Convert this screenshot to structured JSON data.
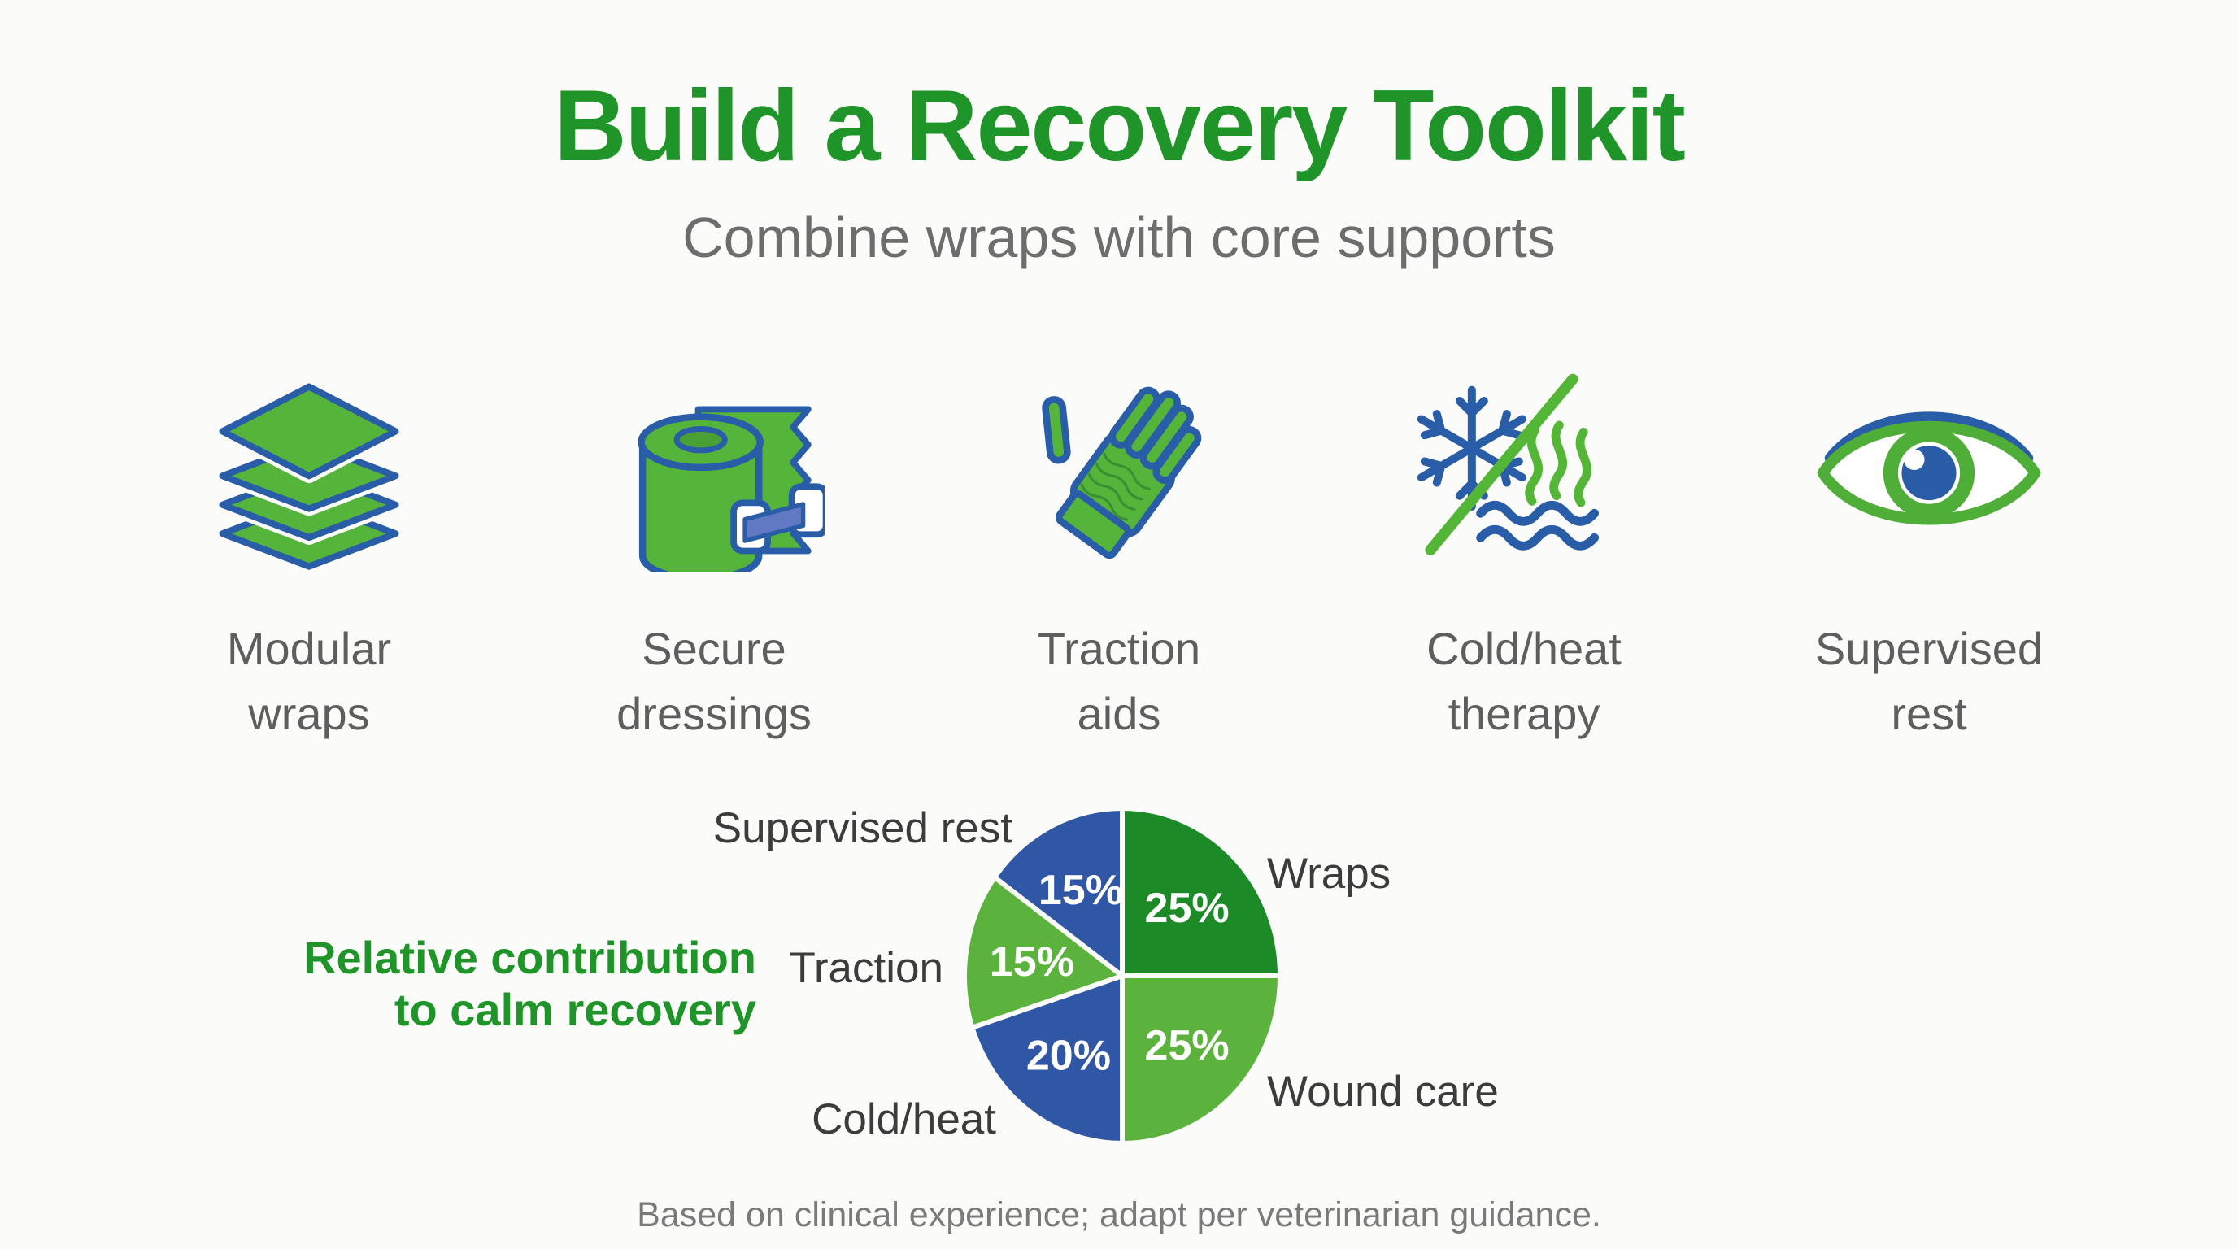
{
  "header": {
    "title": "Build a Recovery Toolkit",
    "subtitle": "Combine wraps with core supports"
  },
  "toolkit": {
    "items": [
      {
        "label": "Modular\nwraps",
        "icon": "layers-icon"
      },
      {
        "label": "Secure\ndressings",
        "icon": "bandage-roll-icon"
      },
      {
        "label": "Traction\naids",
        "icon": "glove-icon"
      },
      {
        "label": "Cold/heat\ntherapy",
        "icon": "cold-heat-icon"
      },
      {
        "label": "Supervised\nrest",
        "icon": "eye-icon"
      }
    ]
  },
  "chart": {
    "caption": "Relative contribution\nto calm recovery"
  },
  "chart_data": {
    "type": "pie",
    "title": "Relative contribution to calm recovery",
    "direction": "clockwise",
    "start_angle_deg": 0,
    "legend_position": "around-slices",
    "value_label_color": "#ffffff",
    "background_gap_color": "#fbfbf9",
    "slices": [
      {
        "label": "Wraps",
        "value": 25,
        "pct_label": "25%",
        "color": "#1d8a28"
      },
      {
        "label": "Wound care",
        "value": 25,
        "pct_label": "25%",
        "color": "#5bb23c"
      },
      {
        "label": "Cold/heat",
        "value": 20,
        "pct_label": "20%",
        "color": "#3057a6"
      },
      {
        "label": "Traction",
        "value": 15,
        "pct_label": "15%",
        "color": "#5bb23c"
      },
      {
        "label": "Supervised rest",
        "value": 15,
        "pct_label": "15%",
        "color": "#3057a6"
      }
    ]
  },
  "footer": {
    "note": "Based on clinical experience; adapt per veterinarian guidance."
  },
  "colors": {
    "accent_green": "#1f9428",
    "dark_green": "#1d8a28",
    "light_green": "#5bb23c",
    "blue": "#3057a6",
    "icon_green": "#55b43a",
    "icon_blue": "#2a5da8",
    "subtitle_gray": "#6d6d6d",
    "label_gray": "#3c3c3c",
    "background": "#fbfbf9"
  }
}
